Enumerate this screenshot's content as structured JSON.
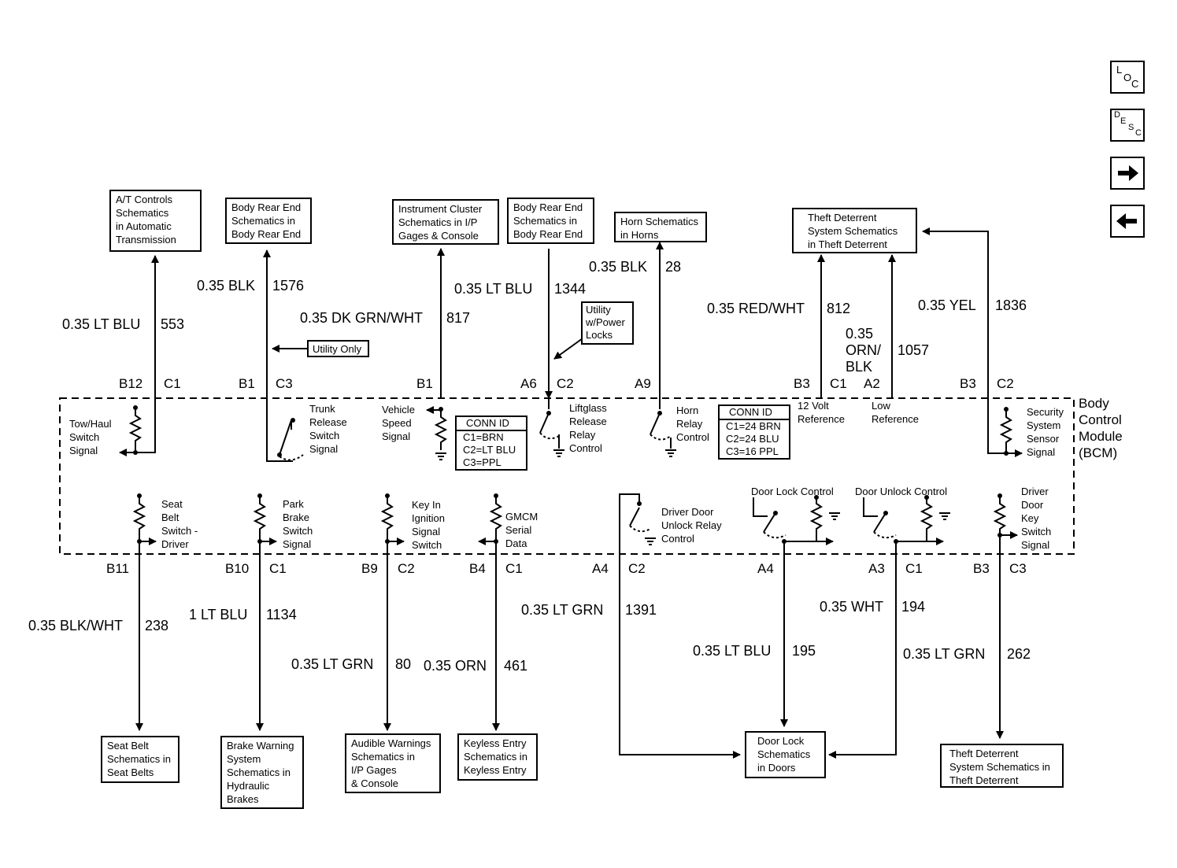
{
  "nav": {
    "loc": [
      "L",
      "O",
      "C"
    ],
    "desc": [
      "D",
      "E",
      "S",
      "C"
    ]
  },
  "module": {
    "name": "Body\nControl\nModule\n(BCM)"
  },
  "conn_id": [
    {
      "title": "CONN ID",
      "rows": [
        "C1=BRN",
        "C2=LT BLU",
        "C3=PPL"
      ]
    },
    {
      "title": "CONN ID",
      "rows": [
        "C1=24 BRN",
        "C2=24 BLU",
        "C3=16 PPL"
      ]
    }
  ],
  "top_circuits": [
    {
      "dest": "A/T Controls\nSchematics\nin Automatic\nTransmission",
      "wire": "0.35 LT BLU",
      "circuit": "553",
      "pin": "B12",
      "conn": "C1",
      "signal": "Tow/Haul\nSwitch\nSignal"
    },
    {
      "dest": "Body Rear End\nSchematics in\nBody Rear End",
      "wire": "0.35 BLK",
      "circuit": "1576",
      "pin": "B1",
      "conn": "C3",
      "signal": "Trunk\nRelease\nSwitch\nSignal",
      "note": "Utility Only"
    },
    {
      "dest": "Instrument Cluster\nSchematics in I/P\nGages & Console",
      "wire": "0.35 DK GRN/WHT",
      "circuit": "817",
      "pin": "B1",
      "conn": "",
      "signal": "Vehicle\nSpeed\nSignal"
    },
    {
      "dest": "Body Rear End\nSchematics in\nBody Rear End",
      "wire": "0.35 LT BLU",
      "circuit": "1344",
      "pin": "A6",
      "conn": "C2",
      "signal": "Liftglass\nRelease\nRelay\nControl",
      "note": "Utility\nw/Power\nLocks"
    },
    {
      "dest": "Horn Schematics\nin Horns",
      "wire": "0.35 BLK",
      "circuit": "28",
      "pin": "A9",
      "conn": "",
      "signal": "Horn\nRelay\nControl"
    },
    {
      "dest": "Theft Deterrent\nSystem Schematics\nin Theft Deterrent",
      "wire": "0.35 RED/WHT",
      "circuit": "812",
      "pin": "B3",
      "conn": "C1",
      "signal": "12 Volt\nReference"
    },
    {
      "dest": "",
      "wire": "0.35\nORN/\nBLK",
      "circuit": "1057",
      "pin": "A2",
      "conn": "",
      "signal": "Low\nReference"
    },
    {
      "dest": "",
      "wire": "0.35 YEL",
      "circuit": "1836",
      "pin": "B3",
      "conn": "C2",
      "signal": "Security\nSystem\nSensor\nSignal"
    }
  ],
  "bottom_circuits": [
    {
      "signal": "Seat\nBelt\nSwitch -\nDriver",
      "pin": "B11",
      "conn": "",
      "wire": "0.35 BLK/WHT",
      "circuit": "238",
      "dest": "Seat Belt\nSchematics in\nSeat Belts"
    },
    {
      "signal": "Park\nBrake\nSwitch\nSignal",
      "pin": "B10",
      "conn": "C1",
      "wire": "1 LT BLU",
      "circuit": "1134",
      "dest": "Brake Warning\nSystem\nSchematics in\nHydraulic\nBrakes"
    },
    {
      "signal": "Key In\nIgnition\nSignal\nSwitch",
      "pin": "B9",
      "conn": "C2",
      "wire": "0.35 LT GRN",
      "circuit": "80",
      "dest": "Audible Warnings\nSchematics in\nI/P Gages\n& Console"
    },
    {
      "signal": "GMCM\nSerial\nData",
      "pin": "B4",
      "conn": "C1",
      "wire": "0.35 ORN",
      "circuit": "461",
      "dest": "Keyless Entry\nSchematics in\nKeyless Entry"
    },
    {
      "signal": "Driver Door\nUnlock Relay\nControl",
      "pin": "A4",
      "conn": "C2",
      "wire": "0.35 LT GRN",
      "circuit": "1391",
      "dest": ""
    },
    {
      "signal": "Door Lock Control",
      "pin": "A4",
      "conn": "",
      "wire": "0.35 LT BLU",
      "circuit": "195",
      "dest": "Door Lock\nSchematics\nin Doors"
    },
    {
      "signal": "Door Unlock Control",
      "pin": "A3",
      "conn": "C1",
      "wire": "0.35 WHT",
      "circuit": "194",
      "dest": ""
    },
    {
      "signal": "Driver\nDoor\nKey\nSwitch\nSignal",
      "pin": "B3",
      "conn": "C3",
      "wire": "0.35 LT GRN",
      "circuit": "262",
      "dest": "Theft Deterrent\nSystem Schematics in\nTheft Deterrent"
    }
  ],
  "extra": {
    "lt_grn_262": "0.35 LT GRN"
  }
}
